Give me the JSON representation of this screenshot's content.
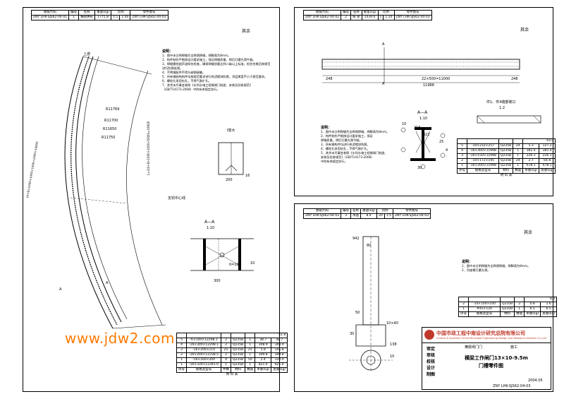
{
  "header_labels": [
    "图纸代码",
    "编号",
    "名称",
    "重量(kg)",
    "比例",
    "零件图号"
  ],
  "panels": {
    "left": {
      "header_values": [
        "ZNY LHK-SJS62-04-01",
        "1",
        "横梁拱形",
        "1775.8",
        "1:1",
        "1:40",
        "ZNY LHK-SJS62-04-03"
      ],
      "edge_label": "其余",
      "upstream_label": "上游",
      "radii": [
        "R11769",
        "R11700",
        "R11650",
        "R11750"
      ],
      "dimension_left": "10+8×1000+1000+1000+1000=19000",
      "dimension_right": "L=(10+8×1000+1000+5000)=19000",
      "section_labels": [
        "A",
        "A"
      ],
      "arc_axis_note": "支铰中心线",
      "notes_title": "说明：",
      "notes": [
        "1、图中未注明焊缝为全焊透焊缝，焊脚高为8mm。",
        "2、构件制作严格按设计要求施工，保证焊缝质量，焊后打磨光滑平顺。",
        "3、焊缝需经超声波探伤检查，确保焊缝质量达到二级以上标准，检验合格后按规范",
        "   进行防腐处理。",
        "4、不锈钢配件不得与碳钢接触。",
        "5、所有钢结构构件均按规范要求进行热浸镀锌防腐，涂层厚度不小于规范要求。",
        "6、螺栓孔采用钻孔，不得气割扩孔。",
        "7、其余未尽事宜参照《水利水电工程钢闸门制造、安装及验收规范》",
        "   （GB/T14173-2008）中的有关规定执行。"
      ],
      "detail_label": "I放大",
      "detail_dims": [
        "200",
        "16"
      ],
      "section_title": "A—A",
      "section_scale": "1:10",
      "section_dims": [
        "300",
        "δ=10",
        "10"
      ],
      "table": {
        "total_row": [
          "",
          "",
          "",
          "",
          "",
          "51.8"
        ],
        "rows": [
          [
            "5",
            "-6×100×12298.1",
            "2",
            "Q235B",
            "1",
            "38.7",
            "38.7"
          ],
          [
            "4",
            "-16×300×12298.1",
            "2",
            "Q235B",
            "1",
            "308.9",
            "308.9"
          ],
          [
            "3",
            "-16×200×214",
            "25",
            "Q235B",
            "25",
            "5.8",
            "145.8"
          ],
          [
            "2",
            "-16×200×12338.5",
            "2",
            "Q235B",
            "1",
            "309.8",
            "309.8"
          ],
          [
            "1",
            "-16×160×200",
            "4",
            "Q235B",
            "50",
            "2.4",
            "120.0"
          ],
          [
            "1",
            "-16×330×12341.0",
            "1",
            "Q235B",
            "1",
            "821.6",
            "821.6"
          ]
        ],
        "header": [
          "序号",
          "规格及型号",
          "件数",
          "材料",
          "数量",
          "单重(kg)",
          "总重(kg)"
        ],
        "footer": "材 料 表"
      }
    },
    "top_right": {
      "header_values": [
        "ZNY LHK-SJS62-04-02",
        "2",
        "纵 梁",
        "1439.6",
        "1",
        "1:20",
        "ZNY LHK-SJS62-04-03"
      ],
      "edge_label": "其余",
      "elevation_dims": [
        "248",
        "22×500=11000",
        "248"
      ],
      "elevation_total": "11988",
      "section_marks": [
        "A",
        "A"
      ],
      "section_title": "A—A",
      "section_scale": "1:10",
      "part_title": "件1、件4端部坡口",
      "part_scale": "1:2",
      "section_dims": [
        "10",
        "216",
        "322",
        "25",
        "4",
        "30"
      ],
      "notes_title": "说明：",
      "notes": [
        "1、图中未注明焊缝为全焊透焊缝，焊脚高为8mm。",
        "2、构件制作严格按设计要求施工，保证",
        "   焊缝质量，焊后打磨光滑平顺。",
        "3、所有钢构件均进行热浸镀锌防腐。",
        "4、螺栓孔采用钻孔，不得气割扩孔。",
        "5、其余未尽事宜参照《水利水电工程钢闸门制造、",
        "   安装及验收规范》（GB/T14173-2008）",
        "   中的有关规定执行。"
      ],
      "table": {
        "total_row": [
          "",
          "",
          "",
          "",
          "",
          "43.0"
        ],
        "rows": [
          [
            "5",
            "-10×232×257",
            "Q235B",
            "24",
            "5.3",
            "127.2"
          ],
          [
            "4",
            "-16×300×11998",
            "Q235B",
            "1",
            "381.4",
            "381.4"
          ],
          [
            "3",
            "-16×150×11998",
            "Q235B",
            "1",
            "226.1",
            "226.1"
          ],
          [
            "2",
            "-10×172×195",
            "Q235B",
            "24",
            "2.7",
            "64.8"
          ],
          [
            "1",
            "-16×200×11998",
            "Q235B",
            "1",
            "678.1",
            "678.1"
          ]
        ],
        "header": [
          "序号",
          "规格及型号",
          "材料",
          "数量",
          "单重(kg)",
          "总重(kg)"
        ],
        "footer": "材 料 表"
      }
    },
    "bottom_right": {
      "header_values": [
        "ZNY LHK-SJS62-04-03",
        "3",
        "吊座",
        "8.4",
        "20",
        "1:5",
        "ZNY LHK-SJS62-04-03"
      ],
      "edge_label": "其余",
      "dims": [
        "942",
        "80",
        "50",
        "10×40",
        "138",
        "30",
        "10"
      ],
      "notes_title": "说明：",
      "notes": [
        "1、图中未注明焊缝为全焊透焊缝，焊脚高为8mm。",
        "2、吊座需打磨光滑。"
      ],
      "table": {
        "total_row": [
          "",
          "",
          "",
          "",
          "",
          "8.3"
        ],
        "rows": [
          [
            "2",
            "-10×100×100",
            "Q235B",
            "2",
            "0.8",
            "1.6"
          ],
          [
            "1",
            "#45×120",
            "Q235B",
            "1",
            "6.5",
            "6.5"
          ]
        ],
        "header": [
          "序号",
          "规格及型号",
          "材料",
          "数量",
          "单重(kg)",
          "总重(kg)"
        ],
        "footer": "材 料 表"
      },
      "title_block": {
        "org_zh": "中国市政工程中南设计研究总院有限公司",
        "org_en": "Central & Southern China Municipal Engineering Design and Research Institute Co.,Ltd.",
        "project_label": "横梁闸门门",
        "stage": "施工",
        "drawing_title": "横梁工作闸门13×10-9.5m",
        "drawing_subtitle": "门槽零件图",
        "drawing_no": "ZNY LHK-SJS62-04-03",
        "date": "2004.05",
        "rows": [
          "审定",
          "审核",
          "校核",
          "设计",
          "制图"
        ]
      }
    }
  },
  "watermark": "www.jdw2.com"
}
